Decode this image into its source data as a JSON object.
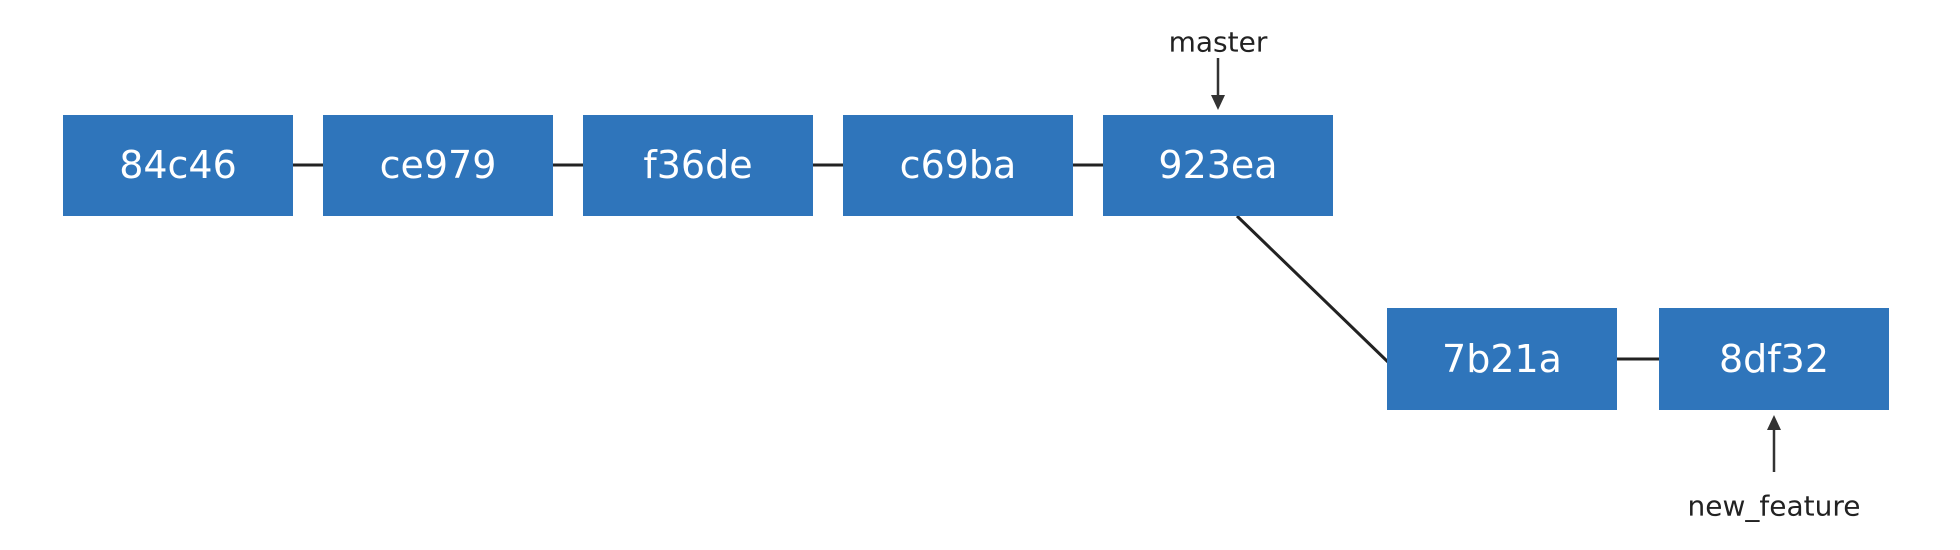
{
  "diagram": {
    "colors": {
      "commit_fill": "#2f75bb",
      "commit_text": "#ffffff",
      "connector": "#222222"
    },
    "commits": {
      "c1": "84c46",
      "c2": "ce979",
      "c3": "f36de",
      "c4": "c69ba",
      "c5": "923ea",
      "c6": "7b21a",
      "c7": "8df32"
    },
    "branches": {
      "master": "master",
      "new_feature": "new_feature"
    }
  }
}
